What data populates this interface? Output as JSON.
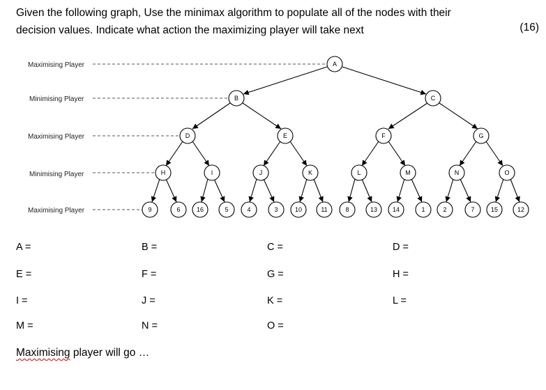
{
  "question": {
    "line1": "Given the following graph, Use the minimax algorithm to populate all of the nodes with their",
    "line2": "decision values.  Indicate what action the maximizing player will take next",
    "marks": "(16)"
  },
  "levels": [
    "Maximising Player",
    "Minimising Player",
    "Maximising Player",
    "Minimising Player",
    "Maximising Player"
  ],
  "nodes": {
    "A": "A",
    "B": "B",
    "C": "C",
    "D": "D",
    "E": "E",
    "F": "F",
    "G": "G",
    "H": "H",
    "I": "I",
    "J": "J",
    "K": "K",
    "L": "L",
    "M": "M",
    "N": "N",
    "O": "O"
  },
  "leaves": [
    "9",
    "6",
    "16",
    "5",
    "4",
    "3",
    "10",
    "11",
    "8",
    "13",
    "14",
    "1",
    "2",
    "7",
    "15",
    "12"
  ],
  "answers": {
    "A": "A =",
    "B": "B =",
    "C": "C =",
    "D": "D =",
    "E": "E =",
    "F": "F =",
    "G": "G =",
    "H": "H =",
    "I": "I =",
    "J": "J =",
    "K": "K =",
    "L": "L =",
    "M": "M =",
    "N": "N =",
    "O": "O ="
  },
  "final": {
    "word": "Maximising",
    "rest": " player will go …"
  }
}
